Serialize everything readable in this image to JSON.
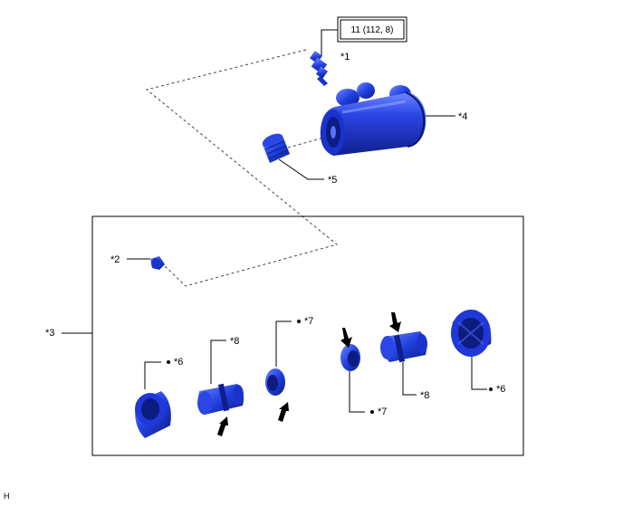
{
  "torque": "11 (112, 8)",
  "labels": {
    "c1": "*1",
    "c2": "*2",
    "c3": "*3",
    "c4": "*4",
    "c5": "*5",
    "c6a": "*6",
    "c6b": "*6",
    "c7a": "*7",
    "c7b": "*7",
    "c8a": "*8",
    "c8b": "*8"
  },
  "corner_code": "H",
  "colors": {
    "part_blue": "#1f3ad6",
    "part_dark": "#0f1f8c",
    "part_light": "#6f86ff",
    "line": "#000000",
    "dash": "#444444"
  },
  "icons": [
    "bleeder-plug",
    "wheel-cylinder-body",
    "dust-cap",
    "boot",
    "piston",
    "cup",
    "arrow"
  ]
}
